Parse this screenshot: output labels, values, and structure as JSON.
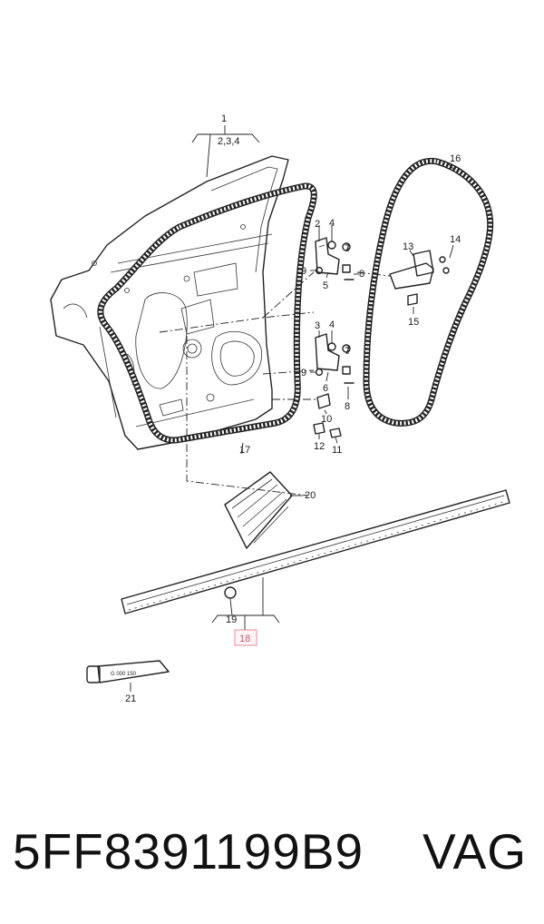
{
  "callouts": {
    "c1": "1",
    "c1_sub": "2,3,4",
    "c2_upper": "2",
    "c4_upper": "4",
    "c7_upper": "7",
    "c9_upper": "9",
    "c5": "5",
    "c8_upper": "8",
    "c3_lower": "3",
    "c4_lower": "4",
    "c7_lower": "7",
    "c9_lower": "9",
    "c6": "6",
    "c8_lower": "8",
    "c10": "10",
    "c12": "12",
    "c11": "11",
    "c13": "13",
    "c14": "14",
    "c15": "15",
    "c16": "16",
    "c17": "17",
    "c18": "18",
    "c19": "19",
    "c20": "20",
    "c21": "21",
    "tube_text": "G 000 150"
  },
  "highlight_color": "#e88a9a",
  "footer": {
    "part_number": "5FF8391199B9",
    "brand": "VAG"
  }
}
